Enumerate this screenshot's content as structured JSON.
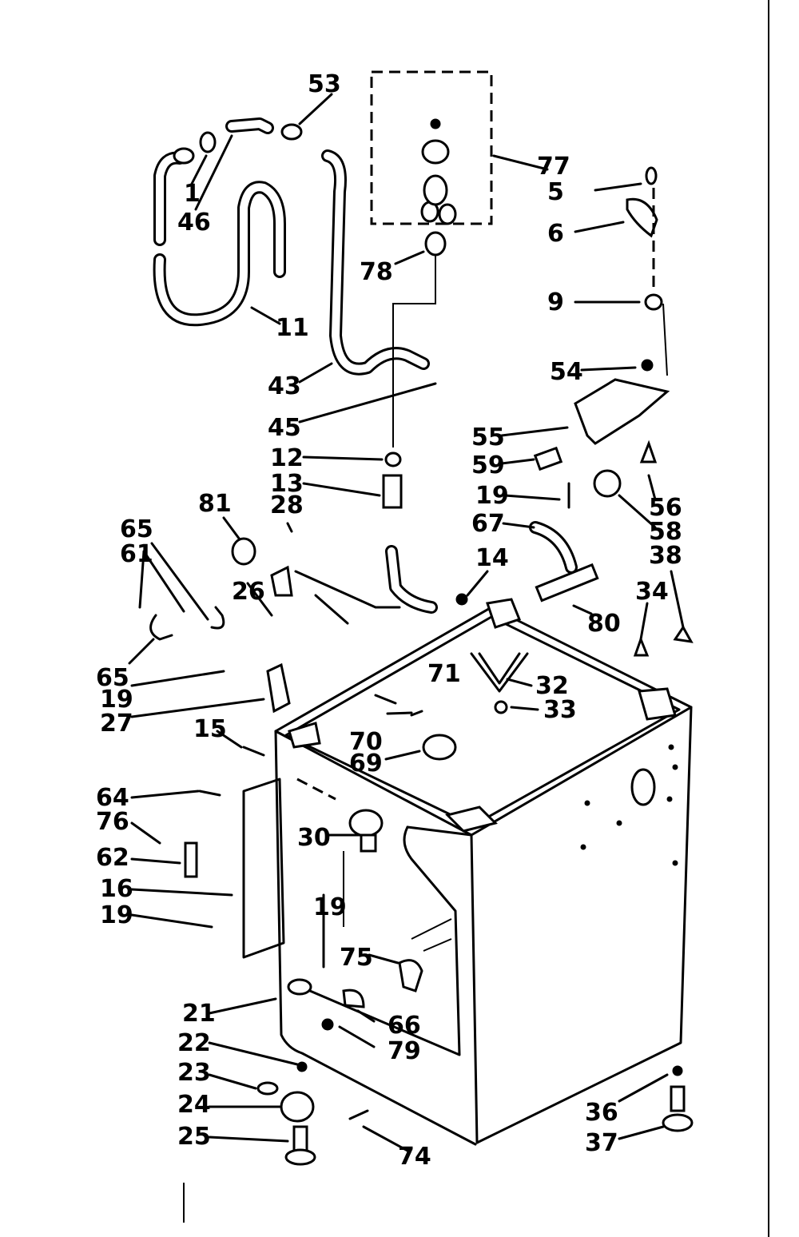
{
  "diagram": {
    "labels": [
      "53",
      "1",
      "46",
      "11",
      "43",
      "77",
      "5",
      "6",
      "78",
      "9",
      "54",
      "45",
      "55",
      "59",
      "12",
      "13",
      "28",
      "19",
      "56",
      "58",
      "81",
      "65",
      "61",
      "67",
      "38",
      "14",
      "26",
      "80",
      "34",
      "71",
      "32",
      "33",
      "65",
      "19",
      "27",
      "70",
      "15",
      "69",
      "64",
      "76",
      "30",
      "62",
      "16",
      "19",
      "19",
      "75",
      "21",
      "66",
      "79",
      "22",
      "23",
      "24",
      "36",
      "25",
      "74",
      "37"
    ]
  }
}
